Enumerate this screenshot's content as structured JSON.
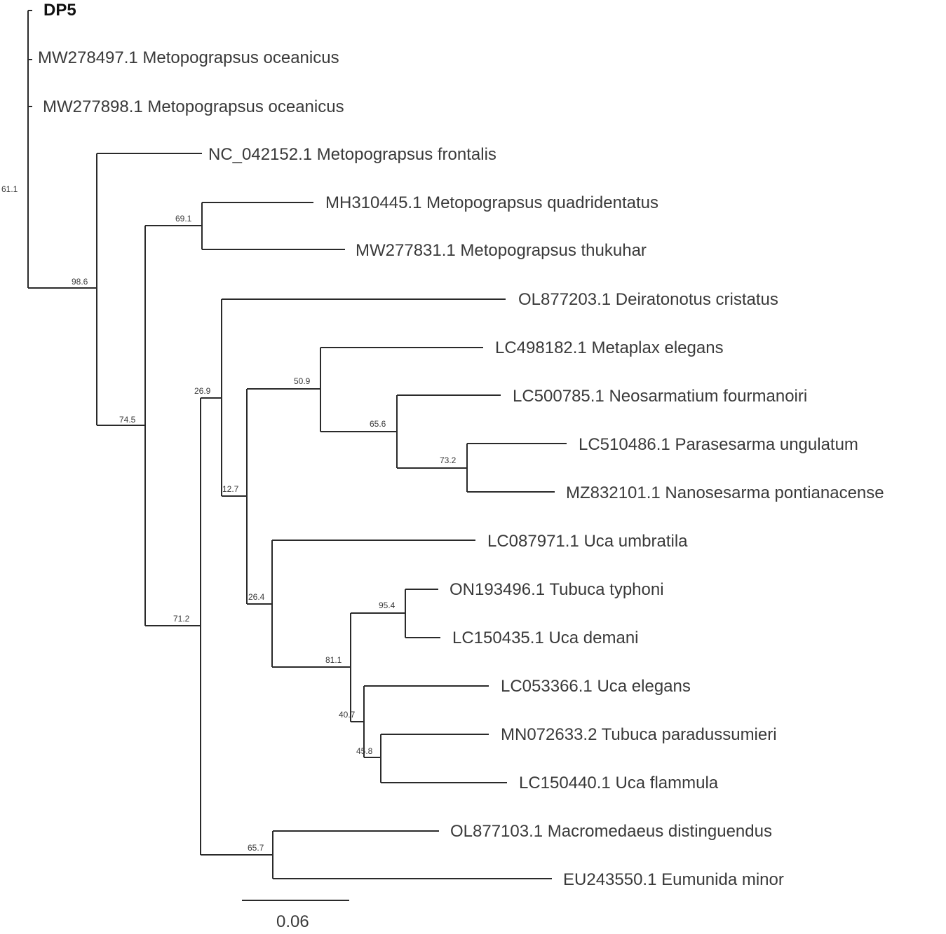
{
  "tree": {
    "leaves": [
      {
        "label": "DP5",
        "bold": true
      },
      {
        "label": "MW278497.1 Metopograpsus oceanicus"
      },
      {
        "label": "MW277898.1 Metopograpsus oceanicus"
      },
      {
        "label": "NC_042152.1 Metopograpsus frontalis"
      },
      {
        "label": "MH310445.1 Metopograpsus quadridentatus"
      },
      {
        "label": "MW277831.1 Metopograpsus thukuhar"
      },
      {
        "label": "OL877203.1 Deiratonotus cristatus"
      },
      {
        "label": "LC498182.1 Metaplax elegans"
      },
      {
        "label": "LC500785.1 Neosarmatium fourmanoiri"
      },
      {
        "label": "LC510486.1 Parasesarma ungulatum"
      },
      {
        "label": "MZ832101.1 Nanosesarma pontianacense"
      },
      {
        "label": "LC087971.1 Uca umbratila"
      },
      {
        "label": "ON193496.1 Tubuca typhoni"
      },
      {
        "label": "LC150435.1 Uca demani"
      },
      {
        "label": "LC053366.1 Uca elegans"
      },
      {
        "label": "MN072633.2 Tubuca paradussumieri"
      },
      {
        "label": "LC150440.1 Uca flammula"
      },
      {
        "label": "OL877103.1 Macromedaeus distinguendus"
      },
      {
        "label": "EU243550.1 Eumunida minor"
      }
    ],
    "support_values": [
      "61.1",
      "98.6",
      "69.1",
      "74.5",
      "26.9",
      "50.9",
      "65.6",
      "73.2",
      "12.7",
      "26.4",
      "95.4",
      "81.1",
      "40.7",
      "45.8",
      "71.2",
      "65.7"
    ],
    "scale_bar": {
      "label": "0.06"
    },
    "line_color": "#2a2a2a",
    "text_color": "#3a3a3a"
  }
}
